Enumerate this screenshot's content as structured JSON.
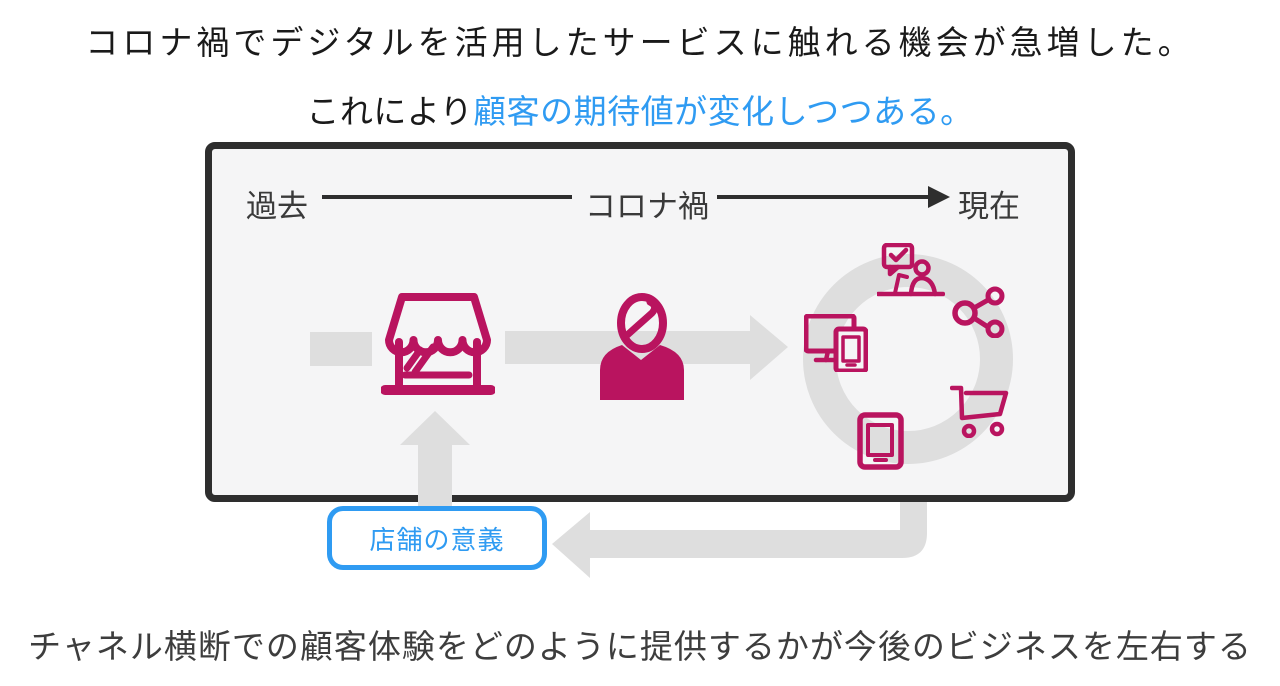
{
  "colors": {
    "magenta": "#b9145f",
    "blue": "#2f9bf2",
    "arrow_gray": "#dedede",
    "panel_border": "#2e2e2e",
    "panel_bg": "#f5f5f6",
    "text_dark": "#1a1a1a",
    "text_gray": "#3d3d3d"
  },
  "title": {
    "line1": "コロナ禍でデジタルを活用したサービスに触れる機会が急増した。",
    "line2_prefix": "これにより",
    "line2_highlight": "顧客の期待値が変化しつつある。"
  },
  "timeline": {
    "past": "過去",
    "covid": "コロナ禍",
    "present": "現在"
  },
  "callout": {
    "label": "店舗の意義"
  },
  "icons": {
    "store": "storefront-icon",
    "customer": "customer-icon",
    "support": "online-support-icon",
    "share": "share-icon",
    "devices": "multi-device-icon",
    "cart": "shopping-cart-icon",
    "smartphone": "smartphone-icon"
  },
  "caption": "チャネル横断での顧客体験をどのように提供するかが今後のビジネスを左右する"
}
